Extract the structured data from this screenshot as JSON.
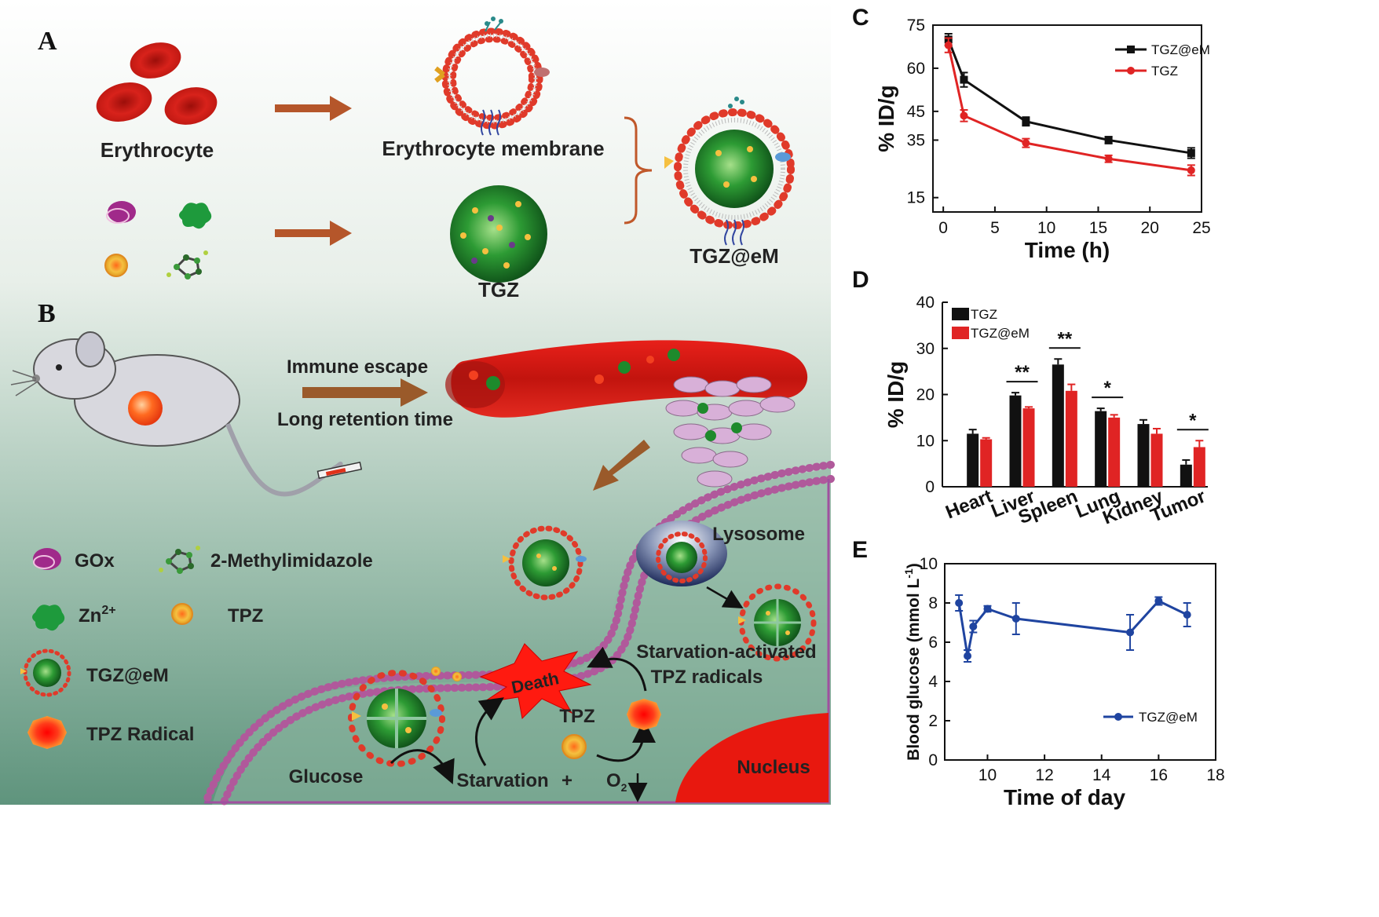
{
  "colors": {
    "black_series": "#111111",
    "red_series": "#e02424",
    "blue_series": "#1f44a0",
    "rbc_red": "#d8221b",
    "nanoparticle_green": "#1e8a2c",
    "cell_membrane": "#b0599b",
    "nucleus_red": "#e8180f",
    "arrow_brown": "#b5562a"
  },
  "schematic": {
    "panel_a_letter": "A",
    "panel_b_letter": "B",
    "erythrocyte_label": "Erythrocyte",
    "membrane_label": "Erythrocyte membrane",
    "tgz_label": "TGZ",
    "tgz_em_label": "TGZ@eM",
    "immune_escape": "Immune escape",
    "long_retention": "Long retention time",
    "lysosome": "Lysosome",
    "starvation_activated_line1": "Starvation-activated",
    "starvation_activated_line2": "TPZ radicals",
    "death": "Death",
    "tpz": "TPZ",
    "glucose": "Glucose",
    "starvation": "Starvation",
    "plus": "+",
    "o2_main": "O",
    "o2_sub": "2",
    "nucleus": "Nucleus",
    "legend": {
      "gox": "GOx",
      "methylimidazole": "2-Methylimidazole",
      "zn_main": "Zn",
      "zn_sup": "2+",
      "tpz": "TPZ",
      "tgz_em": "TGZ@eM",
      "tpz_radical": "TPZ Radical"
    },
    "icons": {
      "gox": "gox-enzyme-icon",
      "zinc": "zinc-ion-icon",
      "tpz": "tpz-molecule-icon",
      "methylimidazole": "methylimidazole-molecule-icon",
      "radical": "tpz-radical-icon",
      "mouse": "mouse-icon",
      "syringe": "syringe-icon"
    }
  },
  "chart_data": [
    {
      "panel": "C",
      "type": "line",
      "xlabel": "Time (h)",
      "ylabel": "% ID/g",
      "xlim": [
        -1,
        25
      ],
      "ylim": [
        10,
        75
      ],
      "xticks": [
        0,
        5,
        10,
        15,
        20,
        25
      ],
      "yticks": [
        15,
        35,
        45,
        60,
        75
      ],
      "legend_position": "top-right",
      "series": [
        {
          "name": "TGZ@eM",
          "color": "#111111",
          "x": [
            0.5,
            2,
            8,
            16,
            24
          ],
          "y": [
            70,
            56,
            41.5,
            35,
            30.5
          ],
          "err": [
            2,
            2.5,
            1.5,
            1.2,
            1.8
          ]
        },
        {
          "name": "TGZ",
          "color": "#e02424",
          "x": [
            0.5,
            2,
            8,
            16,
            24
          ],
          "y": [
            68,
            43.5,
            34,
            28.5,
            24.5
          ],
          "err": [
            2.5,
            2,
            1.5,
            1.2,
            1.8
          ]
        }
      ]
    },
    {
      "panel": "D",
      "type": "bar",
      "ylabel": "% ID/g",
      "ylim": [
        0,
        40
      ],
      "yticks": [
        0,
        10,
        20,
        30,
        40
      ],
      "categories": [
        "Heart",
        "Liver",
        "Spleen",
        "Lung",
        "Kidney",
        "Tumor"
      ],
      "legend_position": "top-left",
      "series": [
        {
          "name": "TGZ",
          "color": "#111111",
          "values": [
            11.5,
            19.8,
            26.5,
            16.4,
            13.6,
            4.8
          ],
          "err": [
            0.9,
            0.6,
            1.2,
            0.6,
            0.9,
            1.0
          ]
        },
        {
          "name": "TGZ@eM",
          "color": "#e02424",
          "values": [
            10.3,
            17.0,
            20.8,
            15.0,
            11.5,
            8.6
          ],
          "err": [
            0.3,
            0.3,
            1.4,
            0.6,
            1.1,
            1.4
          ]
        }
      ],
      "significance": [
        {
          "category": "Liver",
          "label": "**"
        },
        {
          "category": "Spleen",
          "label": "**"
        },
        {
          "category": "Lung",
          "label": "*"
        },
        {
          "category": "Tumor",
          "label": "*"
        }
      ]
    },
    {
      "panel": "E",
      "type": "line",
      "xlabel": "Time of day",
      "ylabel_main": "Blood glucose (mmol L",
      "ylabel_sup": "-1",
      "ylabel_end": ")",
      "xlim": [
        8.5,
        18
      ],
      "ylim": [
        0,
        10
      ],
      "xticks": [
        10,
        12,
        14,
        16,
        18
      ],
      "yticks": [
        0,
        2,
        4,
        6,
        8,
        10
      ],
      "legend_position": "bottom-right",
      "series": [
        {
          "name": "TGZ@eM",
          "color": "#1f44a0",
          "x": [
            9,
            9.3,
            9.5,
            10,
            11,
            15,
            16,
            17
          ],
          "y": [
            8.0,
            5.3,
            6.8,
            7.7,
            7.2,
            6.5,
            8.1,
            7.4
          ],
          "err": [
            0.4,
            0.3,
            0.3,
            0.15,
            0.8,
            0.9,
            0.2,
            0.6
          ]
        }
      ]
    }
  ]
}
